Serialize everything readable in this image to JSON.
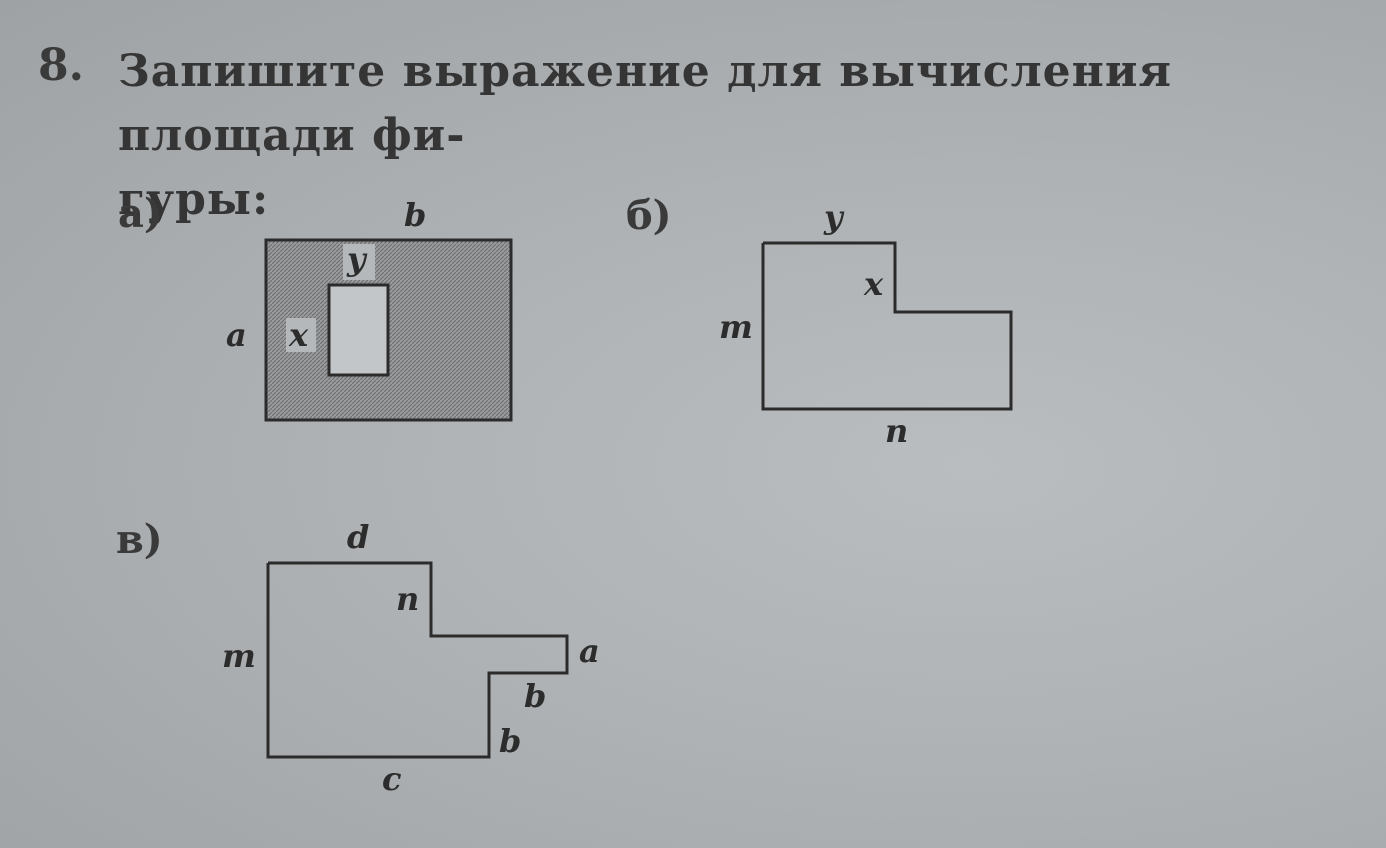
{
  "task": {
    "number": "8.",
    "text_line1": "Запишите выражение для вычисления площади фи-",
    "text_line2": "гуры:"
  },
  "figure_a": {
    "label": "а)",
    "vars": {
      "b": "b",
      "y": "y",
      "a": "a",
      "x": "x"
    }
  },
  "figure_b": {
    "label": "б)",
    "vars": {
      "y": "y",
      "x": "x",
      "m": "m",
      "n": "n"
    }
  },
  "figure_v": {
    "label": "в)",
    "vars": {
      "d": "d",
      "n": "n",
      "m": "m",
      "a": "a",
      "b1": "b",
      "b2": "b",
      "c": "c"
    }
  },
  "colors": {
    "shade": "#8e9092",
    "line": "#2b2b2b"
  }
}
